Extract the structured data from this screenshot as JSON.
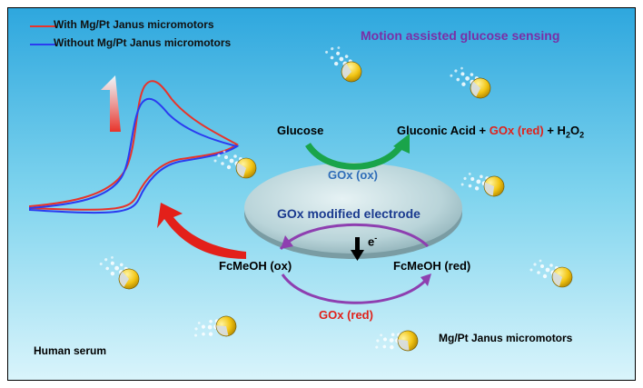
{
  "legend": [
    {
      "label": "With Mg/Pt Janus micromotors",
      "color": "#e8332a"
    },
    {
      "label": "Without Mg/Pt Janus micromotors",
      "color": "#2b3cf0"
    }
  ],
  "title": "Motion assisted glucose sensing",
  "reaction": {
    "substrate": "Glucose",
    "product_a": "Gluconic Acid +",
    "gox_red": "GOx (red)",
    "product_b_prefix": "+ H",
    "product_b_sub": "2",
    "product_b_mid": "O",
    "product_b_sub2": "2"
  },
  "gox_ox": "GOx (ox)",
  "electrode": "GOx modified electrode",
  "electron": "e",
  "electron_sup": "-",
  "mediator_ox": "FcMeOH (ox)",
  "mediator_red": "FcMeOH (red)",
  "gox_red_bottom": "GOx (red)",
  "medium": "Human serum",
  "motor_label": "Mg/Pt Janus micromotors",
  "colors": {
    "title": "#7a2fa6",
    "gox_ox": "#2f6db8",
    "gox_red": "#e0221b",
    "arrow_green": "#1aa44a",
    "arrow_purple": "#8e3fb0",
    "arrow_red": "#e3201a",
    "sphere": "#f2c514"
  }
}
